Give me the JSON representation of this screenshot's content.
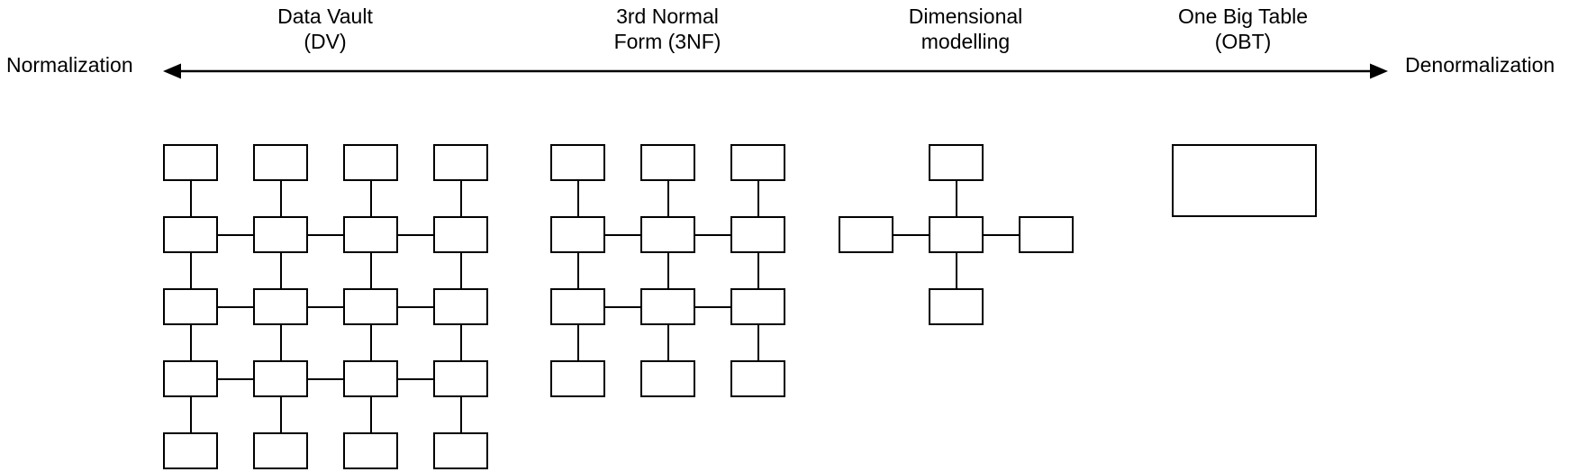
{
  "axis": {
    "left_label": "Normalization",
    "right_label": "Denormalization",
    "direction": "double-headed-arrow"
  },
  "approaches": [
    {
      "name": "data-vault",
      "label_line1": "Data Vault",
      "label_line2": "(DV)",
      "diagram": {
        "type": "grid",
        "cols": 4,
        "rows": 5,
        "h_link_rows": [
          1,
          2,
          3
        ],
        "box_count": 20
      }
    },
    {
      "name": "third-normal-form",
      "label_line1": "3rd Normal",
      "label_line2": "Form (3NF)",
      "diagram": {
        "type": "grid",
        "cols": 3,
        "rows": 4,
        "h_link_rows": [
          1,
          2
        ],
        "box_count": 12
      }
    },
    {
      "name": "dimensional-modelling",
      "label_line1": "Dimensional",
      "label_line2": "modelling",
      "diagram": {
        "type": "star",
        "satellites": 4,
        "box_count": 5
      }
    },
    {
      "name": "one-big-table",
      "label_line1": "One Big Table",
      "label_line2": "(OBT)",
      "diagram": {
        "type": "single",
        "box_count": 1
      }
    }
  ],
  "colors": {
    "stroke": "#000000",
    "background": "#ffffff",
    "box_fill": "#ffffff"
  }
}
